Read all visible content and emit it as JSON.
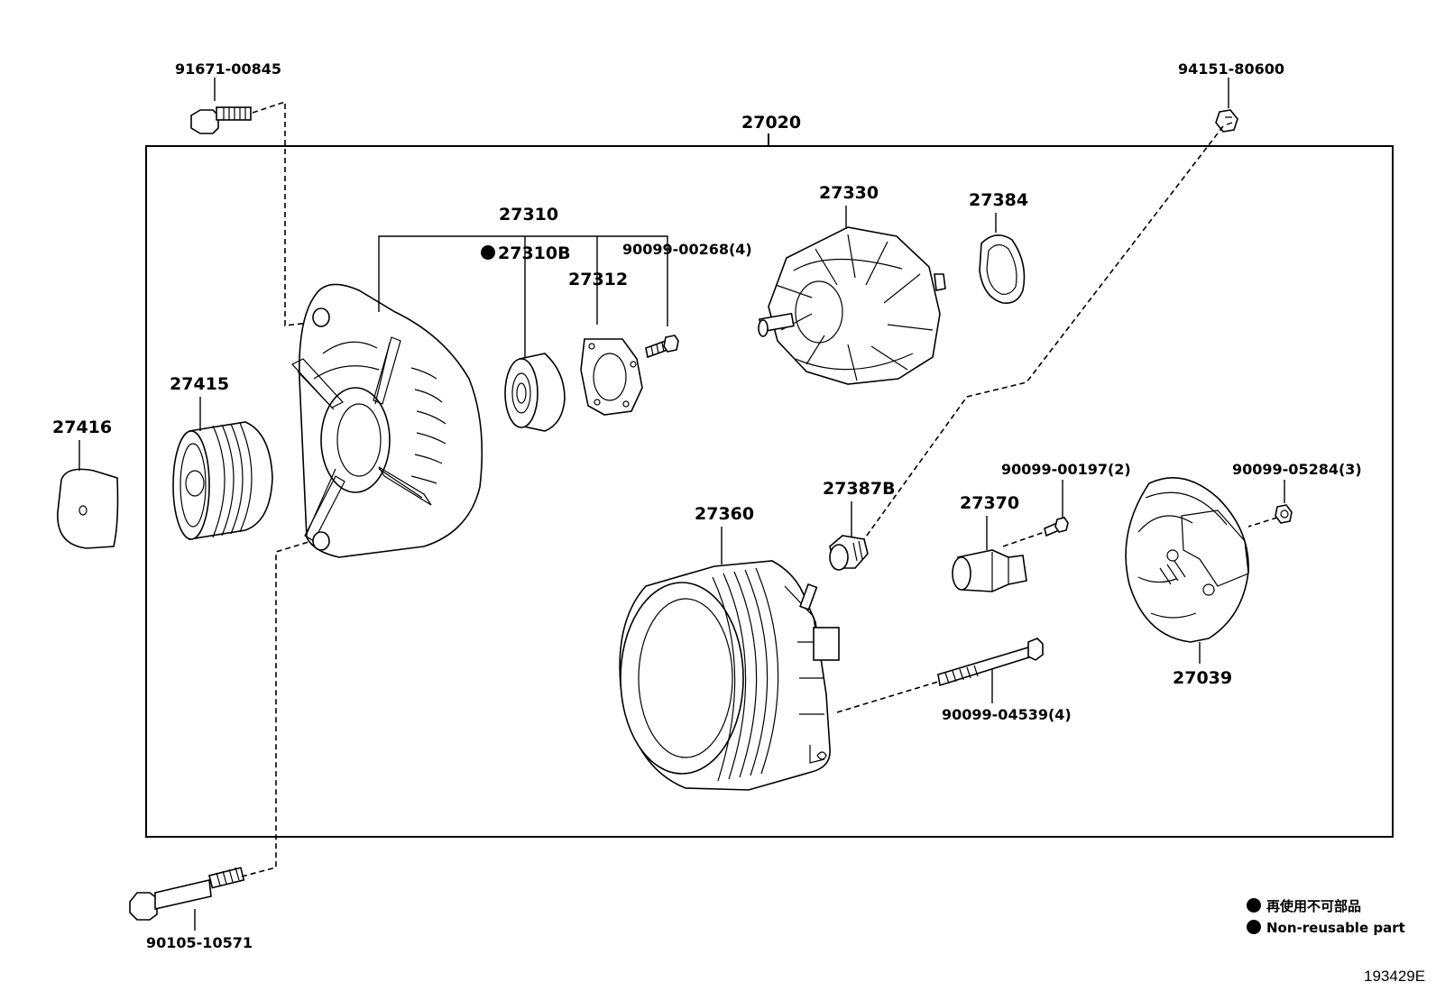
{
  "diagram": {
    "assembly_label": "27020",
    "parts": [
      {
        "id": "91671-00845",
        "label": "91671-00845"
      },
      {
        "id": "94151-80600",
        "label": "94151-80600"
      },
      {
        "id": "27310",
        "label": "27310"
      },
      {
        "id": "27310B",
        "label": "27310B"
      },
      {
        "id": "90099-00268",
        "label": "90099-00268(4)"
      },
      {
        "id": "27312",
        "label": "27312"
      },
      {
        "id": "27330",
        "label": "27330"
      },
      {
        "id": "27384",
        "label": "27384"
      },
      {
        "id": "27415",
        "label": "27415"
      },
      {
        "id": "27416",
        "label": "27416"
      },
      {
        "id": "27387B",
        "label": "27387B"
      },
      {
        "id": "27370",
        "label": "27370"
      },
      {
        "id": "90099-00197",
        "label": "90099-00197(2)"
      },
      {
        "id": "90099-05284",
        "label": "90099-05284(3)"
      },
      {
        "id": "27360",
        "label": "27360"
      },
      {
        "id": "27039",
        "label": "27039"
      },
      {
        "id": "90099-04539",
        "label": "90099-04539(4)"
      },
      {
        "id": "90105-10571",
        "label": "90105-10571"
      }
    ],
    "legend": {
      "jp": "再使用不可部品",
      "en": "Non-reusable part"
    },
    "figure_code": "193429E"
  }
}
